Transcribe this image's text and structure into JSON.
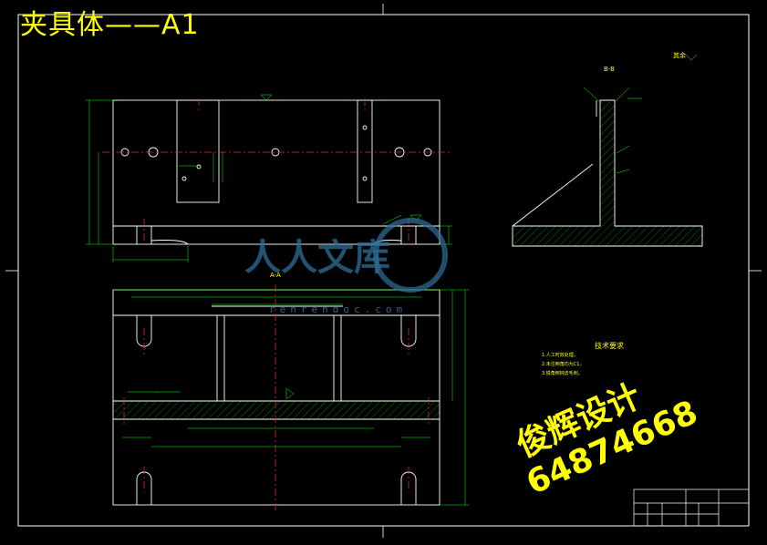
{
  "drawing": {
    "title": "夹具体——A1",
    "section_label": "B-B",
    "view_label": "A-A",
    "roughness_other": "其余",
    "watermark_site": "人人文库",
    "watermark_url": "renrendoc.com",
    "contact_name": "俊辉设计",
    "contact_phone": "64874668"
  },
  "notes": {
    "title": "技术要求",
    "lines": [
      "1.人工时效处理。",
      "2.未注倒角均为C1。",
      "3.锐角倒钝去毛刺。"
    ]
  },
  "colors": {
    "background": "#000000",
    "outline": "#ffffff",
    "dimension": "#00ff00",
    "center_line": "#ff2020",
    "text_yellow": "#ffff00",
    "hatch": "#00ff00"
  }
}
